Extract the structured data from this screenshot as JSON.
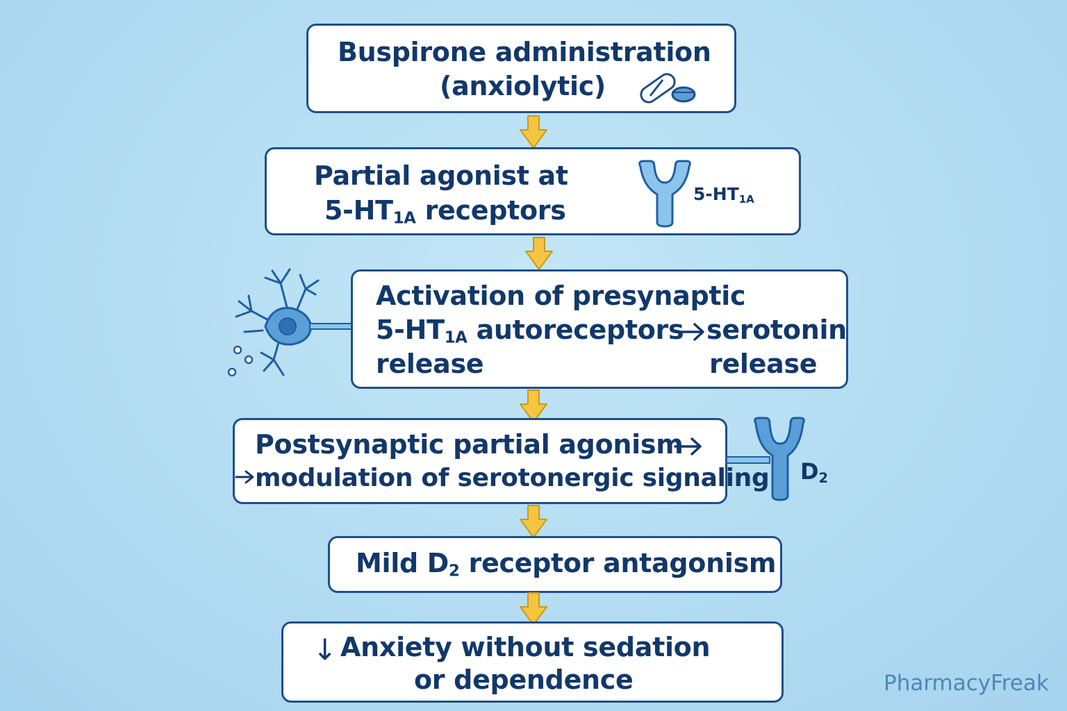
{
  "steps": {
    "s1": {
      "line1": "Buspirone administration",
      "line2": "(anxiolytic)"
    },
    "s2": {
      "line1": "Partial agonist at",
      "line2_pre": "5-HT",
      "line2_sub": "1A",
      "line2_post": " receptors"
    },
    "s3": {
      "line1": "Activation of presynaptic",
      "line2_pre": "5-HT",
      "line2_sub": "1A",
      "line2_post": " autoreceptors",
      "line3": "release",
      "right1": "serotonin",
      "right2": "release"
    },
    "s4": {
      "line1": "Postsynaptic partial agonism",
      "line2": "modulation of serotonergic signaling"
    },
    "s5": {
      "pre": "Mild D",
      "sub": "2",
      "post": " receptor antagonism"
    },
    "s6": {
      "line1": "Anxiety without sedation",
      "line2": "or dependence",
      "down_arrow": "↓"
    }
  },
  "labels": {
    "receptor_5ht_pre": "5-HT",
    "receptor_5ht_sub": "1A",
    "receptor_d_pre": "D",
    "receptor_d_sub": "2"
  },
  "watermark": "PharmacyFreak",
  "icons": [
    "pill-capsule-icon",
    "pill-tablet-icon",
    "receptor-5ht1a-icon",
    "neuron-icon",
    "receptor-d2-icon",
    "flow-arrow-icon"
  ],
  "colors": {
    "box_border": "#1e4f8a",
    "text": "#12386b",
    "arrow": "#f5c542",
    "icon_fill": "#5b9fd8",
    "background": "#b3dcf2"
  }
}
